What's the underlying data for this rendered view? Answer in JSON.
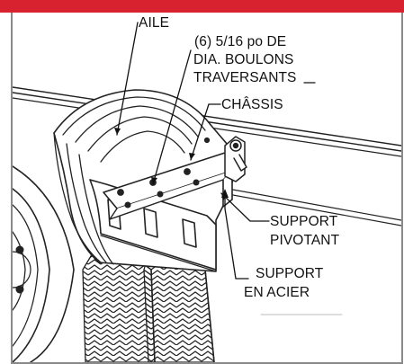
{
  "header": {
    "accent_color": "#d92230"
  },
  "diagram": {
    "labels": {
      "fender": "AILE",
      "bolts_line1": "(6) 5/16 po DE",
      "bolts_line2": "DIA. BOULONS",
      "bolts_line3": "TRAVERSANTS",
      "frame": "CHÂSSIS",
      "pivot_line1": "SUPPORT",
      "pivot_line2": "PIVOTANT",
      "steel_line1": "SUPPORT",
      "steel_line2": "EN ACIER"
    }
  }
}
